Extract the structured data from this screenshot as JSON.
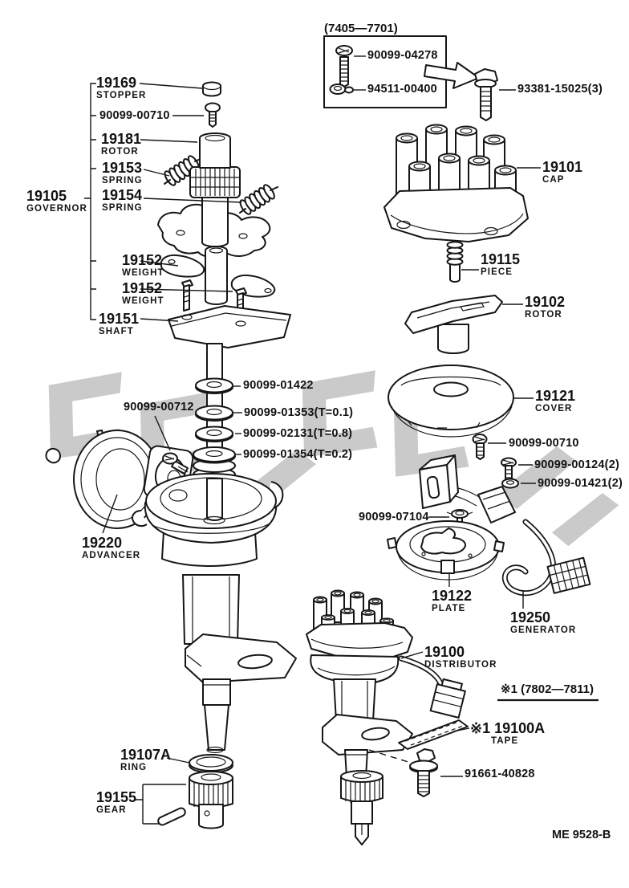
{
  "document": {
    "type": "exploded-parts-diagram",
    "figure_code": "ME 9528-B",
    "revision_note": "※1 (7802—7811)"
  },
  "inset": {
    "title": "(7405—7701)",
    "bolt_part": "90099-04278",
    "nut_part": "94511-00400"
  },
  "callouts": {
    "c19169": {
      "number": "19169",
      "name": "STOPPER"
    },
    "c00710L": {
      "number": "90099-00710"
    },
    "c19181": {
      "number": "19181",
      "name": "ROTOR"
    },
    "c19153": {
      "number": "19153",
      "name": "SPRING"
    },
    "c19105": {
      "number": "19105",
      "name": "GOVERNOR"
    },
    "c19154": {
      "number": "19154",
      "name": "SPRING"
    },
    "c19152a": {
      "number": "19152",
      "name": "WEIGHT"
    },
    "c19152b": {
      "number": "19152",
      "name": "WEIGHT"
    },
    "c19151": {
      "number": "19151",
      "name": "SHAFT"
    },
    "c01422": {
      "number": "90099-01422"
    },
    "c00712": {
      "number": "90099-00712"
    },
    "c01353": {
      "number": "90099-01353(T=0.1)"
    },
    "c02131": {
      "number": "90099-02131(T=0.8)"
    },
    "c01354": {
      "number": "90099-01354(T=0.2)"
    },
    "c19220": {
      "number": "19220",
      "name": "ADVANCER"
    },
    "c19107A": {
      "number": "19107A",
      "name": "RING"
    },
    "c19155": {
      "number": "19155",
      "name": "GEAR"
    },
    "c93381": {
      "number": "93381-15025(3)"
    },
    "c19101": {
      "number": "19101",
      "name": "CAP"
    },
    "c19115": {
      "number": "19115",
      "name": "PIECE"
    },
    "c19102": {
      "number": "19102",
      "name": "ROTOR"
    },
    "c19121": {
      "number": "19121",
      "name": "COVER"
    },
    "c00710R": {
      "number": "90099-00710"
    },
    "c00124": {
      "number": "90099-00124(2)"
    },
    "c01421": {
      "number": "90099-01421(2)"
    },
    "c07104": {
      "number": "90099-07104"
    },
    "c19122": {
      "number": "19122",
      "name": "PLATE"
    },
    "c19250": {
      "number": "19250",
      "name": "GENERATOR"
    },
    "c19100": {
      "number": "19100",
      "name": "DISTRIBUTOR"
    },
    "c19100A": {
      "prefix": "※1",
      "number": "19100A",
      "name": "TAPE"
    },
    "c91661": {
      "number": "91661-40828"
    }
  },
  "colors": {
    "line": "#161616",
    "watermark": "#cacaca",
    "paper": "#ffffff"
  }
}
